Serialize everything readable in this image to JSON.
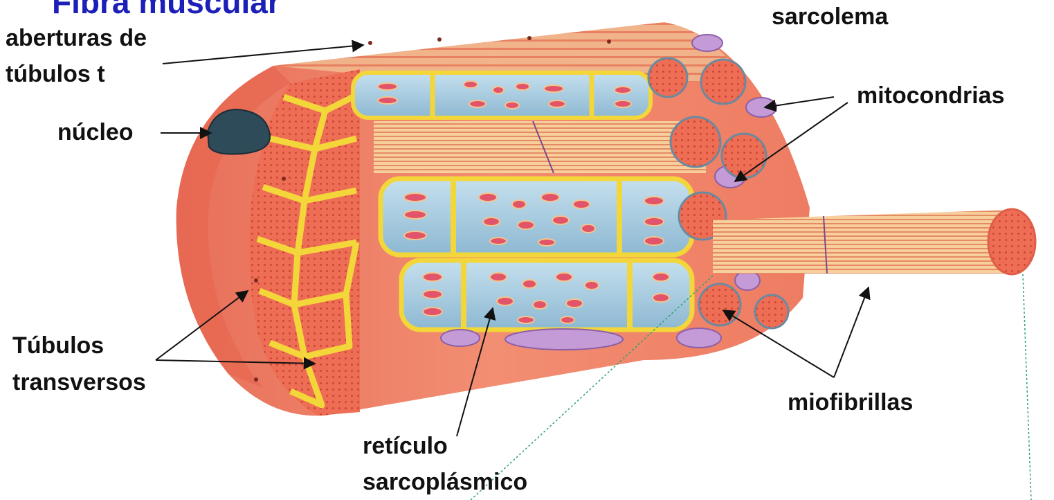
{
  "title": "Fibra muscular",
  "labels": {
    "aberturas_line1": "aberturas de",
    "aberturas_line2": "túbulos t",
    "nucleo": "núcleo",
    "sarcolema": "sarcolema",
    "mitocondrias": "mitocondrias",
    "tubulos_line1": "Túbulos",
    "tubulos_line2": "transversos",
    "reticulo_line1": "retículo",
    "reticulo_line2": "sarcoplásmico",
    "miofibrillas": "miofibrillas"
  },
  "colors": {
    "title": "#1c1fb8",
    "sarcolemma": "#ee7e63",
    "myofibril": "#ee6d55",
    "t_tubule": "#f2d63a",
    "sarcoplasmic_reticulum": "#9cc4dc",
    "mitochondria": "#b894cc",
    "nucleus": "#2e4b5a",
    "leader_line": "#111111",
    "guide_line": "#2ea36a"
  }
}
